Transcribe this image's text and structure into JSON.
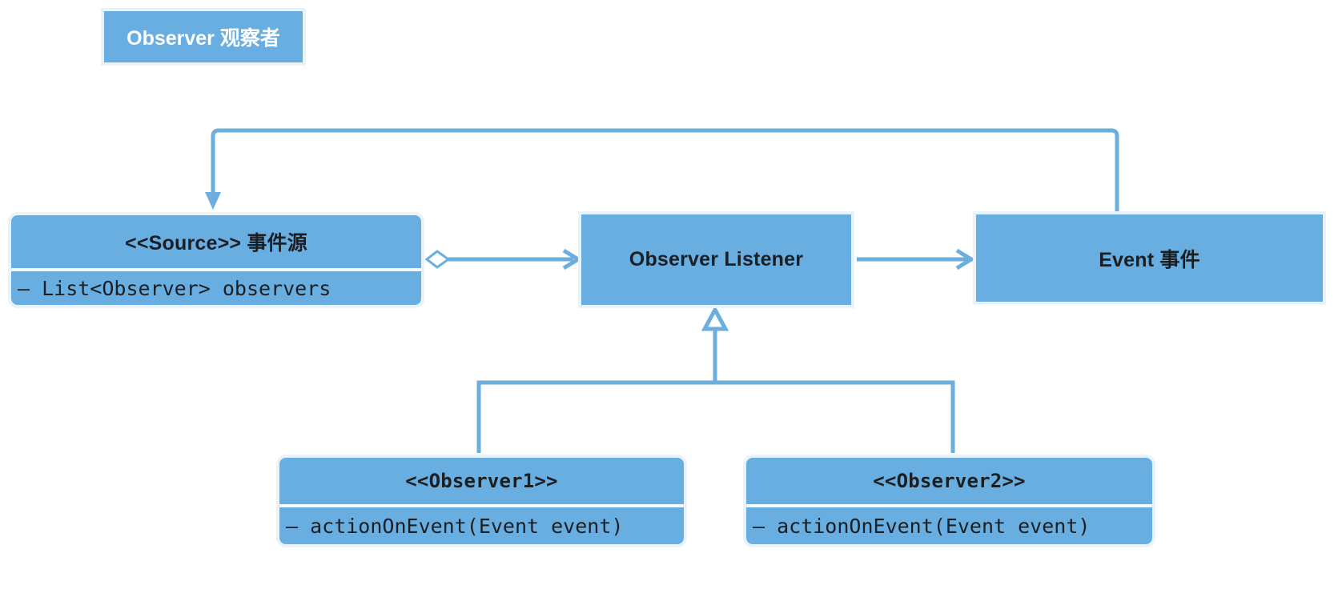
{
  "diagram": {
    "heading": "Observer 观察者",
    "accent_color": "#68AEE0",
    "edge_color": "#6CAEDD",
    "halo_color": "#E9F3FB",
    "text_color": "#1b1f23",
    "heading_text_color": "#ffffff",
    "background": "#ffffff"
  },
  "nodes": {
    "source": {
      "title": "<<Source>> 事件源",
      "attribute": "– List<Observer> observers"
    },
    "listener": {
      "title": "Observer Listener"
    },
    "event": {
      "title": "Event 事件"
    },
    "observer1": {
      "title": "<<Observer1>>",
      "method": "– actionOnEvent(Event event)"
    },
    "observer2": {
      "title": "<<Observer2>>",
      "method": "– actionOnEvent(Event event)"
    }
  },
  "edges": [
    {
      "name": "event-to-source",
      "from": "event",
      "to": "source",
      "arrowhead": "filled-arrow",
      "routing": "orthogonal"
    },
    {
      "name": "source-to-listener",
      "from": "source",
      "to": "listener",
      "arrowhead": "open-arrow",
      "tail": "hollow-diamond",
      "routing": "straight"
    },
    {
      "name": "listener-to-event",
      "from": "listener",
      "to": "event",
      "arrowhead": "open-arrow",
      "routing": "straight"
    },
    {
      "name": "observer1-to-listener",
      "from": "observer1",
      "to": "listener",
      "arrowhead": "hollow-triangle",
      "routing": "orthogonal-tree"
    },
    {
      "name": "observer2-to-listener",
      "from": "observer2",
      "to": "listener",
      "arrowhead": "hollow-triangle",
      "routing": "orthogonal-tree"
    }
  ]
}
